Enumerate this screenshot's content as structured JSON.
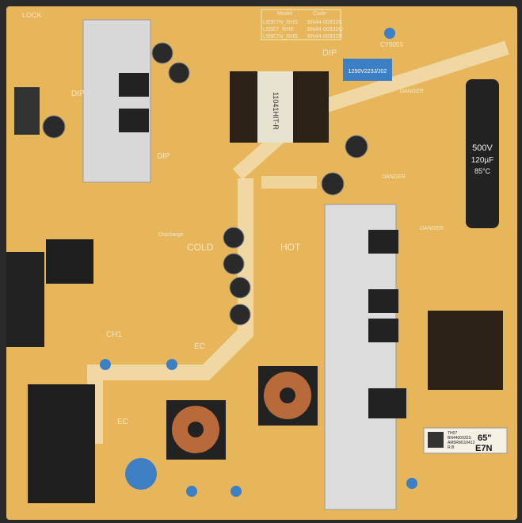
{
  "board": {
    "colors": {
      "pcb": "#e8b65a",
      "silk": "#f3e7c4",
      "hot_zone": "#d9a74e",
      "heatsink": "#d8d8d8",
      "capacitor_blue": "#3c7fc4"
    },
    "model_table": {
      "header": [
        "Model",
        "Code"
      ],
      "rows": [
        [
          "L65E7N_RHS",
          "BN44-00932C"
        ],
        [
          "L55E7_RHS",
          "BN44-00932Q"
        ],
        [
          "L55E7N_RHS",
          "BN44-00932R"
        ]
      ]
    },
    "labels": {
      "lock": "LOCK",
      "dip": "DIP",
      "cold": "COLD",
      "hot": "HOT",
      "danger": "DANGER",
      "ch1": "CH1",
      "discharge": "Discharge",
      "ec": "EC",
      "film_cap": "1250V223J/J02",
      "cy": "CY9055"
    },
    "hv_cap": {
      "lines": [
        "500V",
        "120µF",
        "85°C"
      ]
    },
    "transformer": "11041HIT-R",
    "sticker": {
      "lines": [
        "TH07",
        "BN4400932S",
        "AM5RM110412",
        "R.B"
      ],
      "size": "65\"",
      "model": "E7N"
    }
  }
}
